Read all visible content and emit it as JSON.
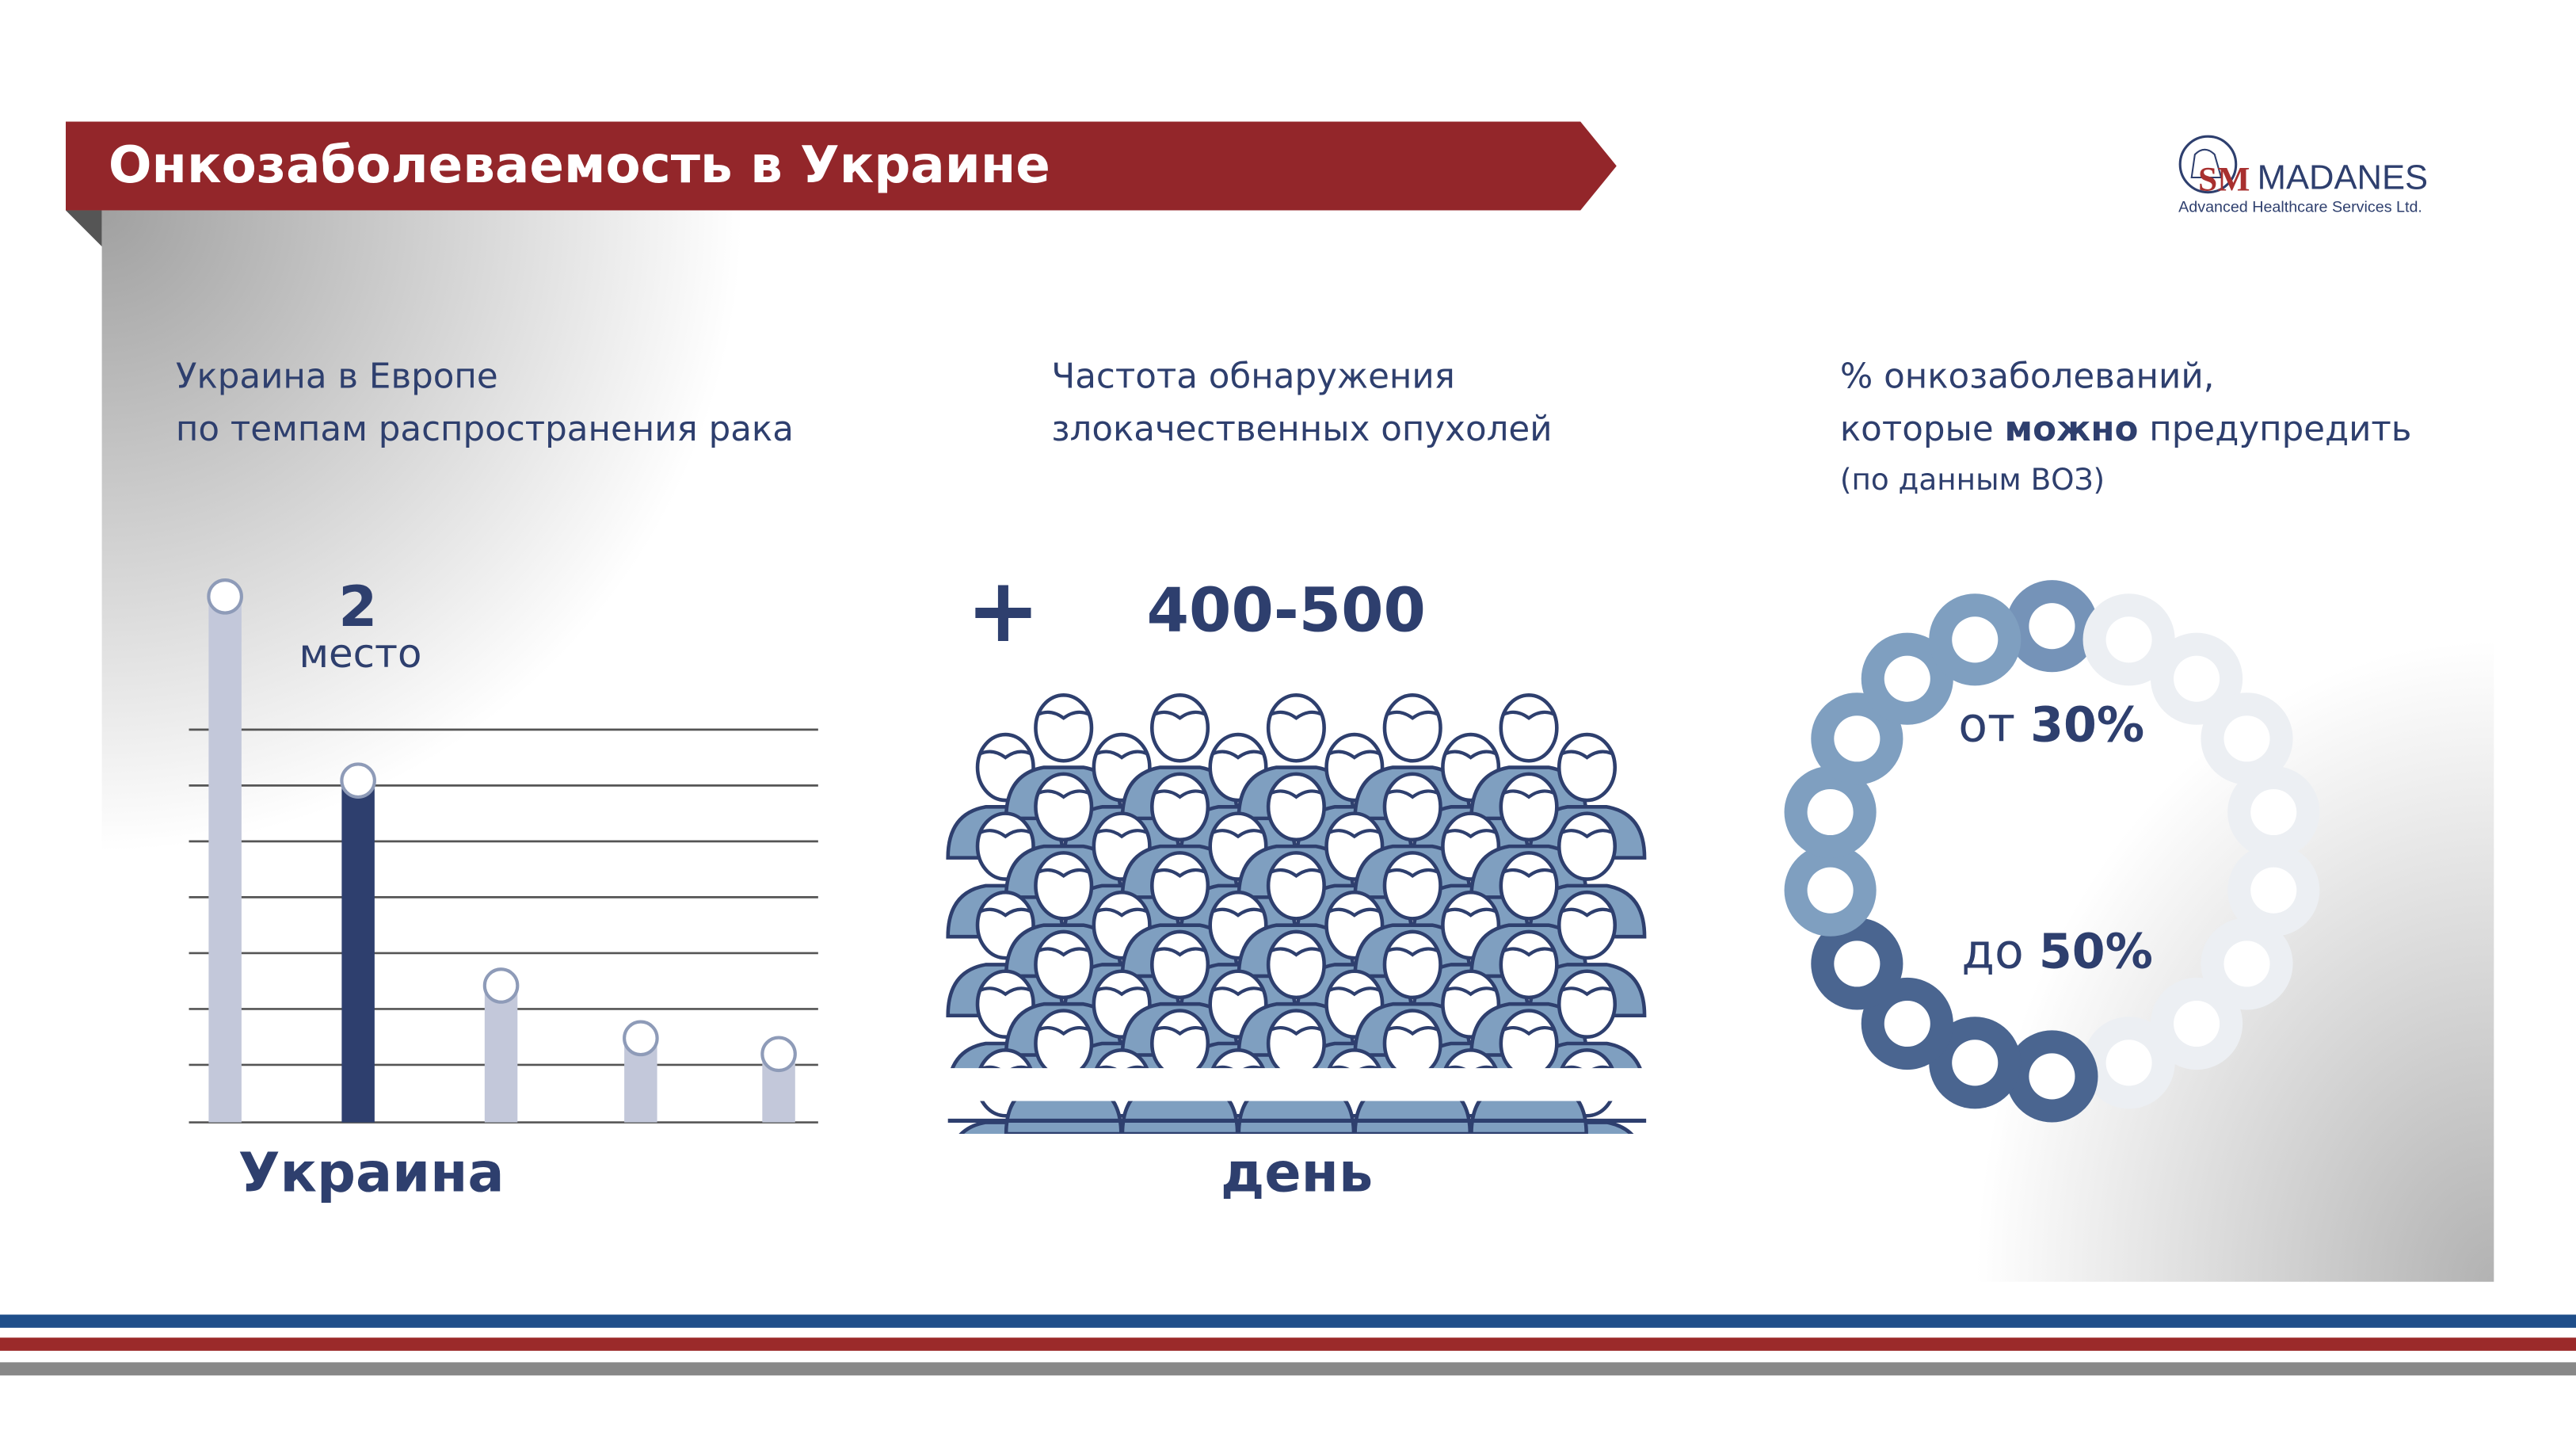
{
  "title": "Онкозаболеваемость в Украине",
  "logo": {
    "mark": "SM",
    "name": "MADANES",
    "tagline": "Advanced Healthcare Services Ltd."
  },
  "section1": {
    "heading_line1": "Украина в Европе",
    "heading_line2": "по темпам распространения рака",
    "rank_number": "2",
    "rank_label": "место",
    "country_label": "Украина",
    "bars": [
      {
        "relative_value": 100,
        "highlight": false
      },
      {
        "relative_value": 65,
        "highlight": true
      },
      {
        "relative_value": 26,
        "highlight": false
      },
      {
        "relative_value": 16,
        "highlight": false
      },
      {
        "relative_value": 13,
        "highlight": false
      }
    ]
  },
  "section2": {
    "heading_line1": "Частота обнаружения",
    "heading_line2": "злокачественных опухолей",
    "plus": "+",
    "value": "400-500",
    "unit": "день"
  },
  "section3": {
    "heading_line1": "% онкозаболеваний,",
    "heading_line2_pre": "которые ",
    "heading_line2_bold": "можно",
    "heading_line2_post": " предупредить",
    "heading_line3": "(по данным ВОЗ)",
    "from_prefix": "от ",
    "from_value": "30%",
    "to_prefix": "до ",
    "to_value": "50%",
    "min_percent": 30,
    "max_percent": 50
  },
  "colors": {
    "red": "#93262a",
    "navy": "#2e3f6e",
    "blue": "#1f4e8a",
    "light_blue": "#7f9fc0",
    "dark_blue": "#4a6590",
    "gray": "#e8ecf1"
  }
}
